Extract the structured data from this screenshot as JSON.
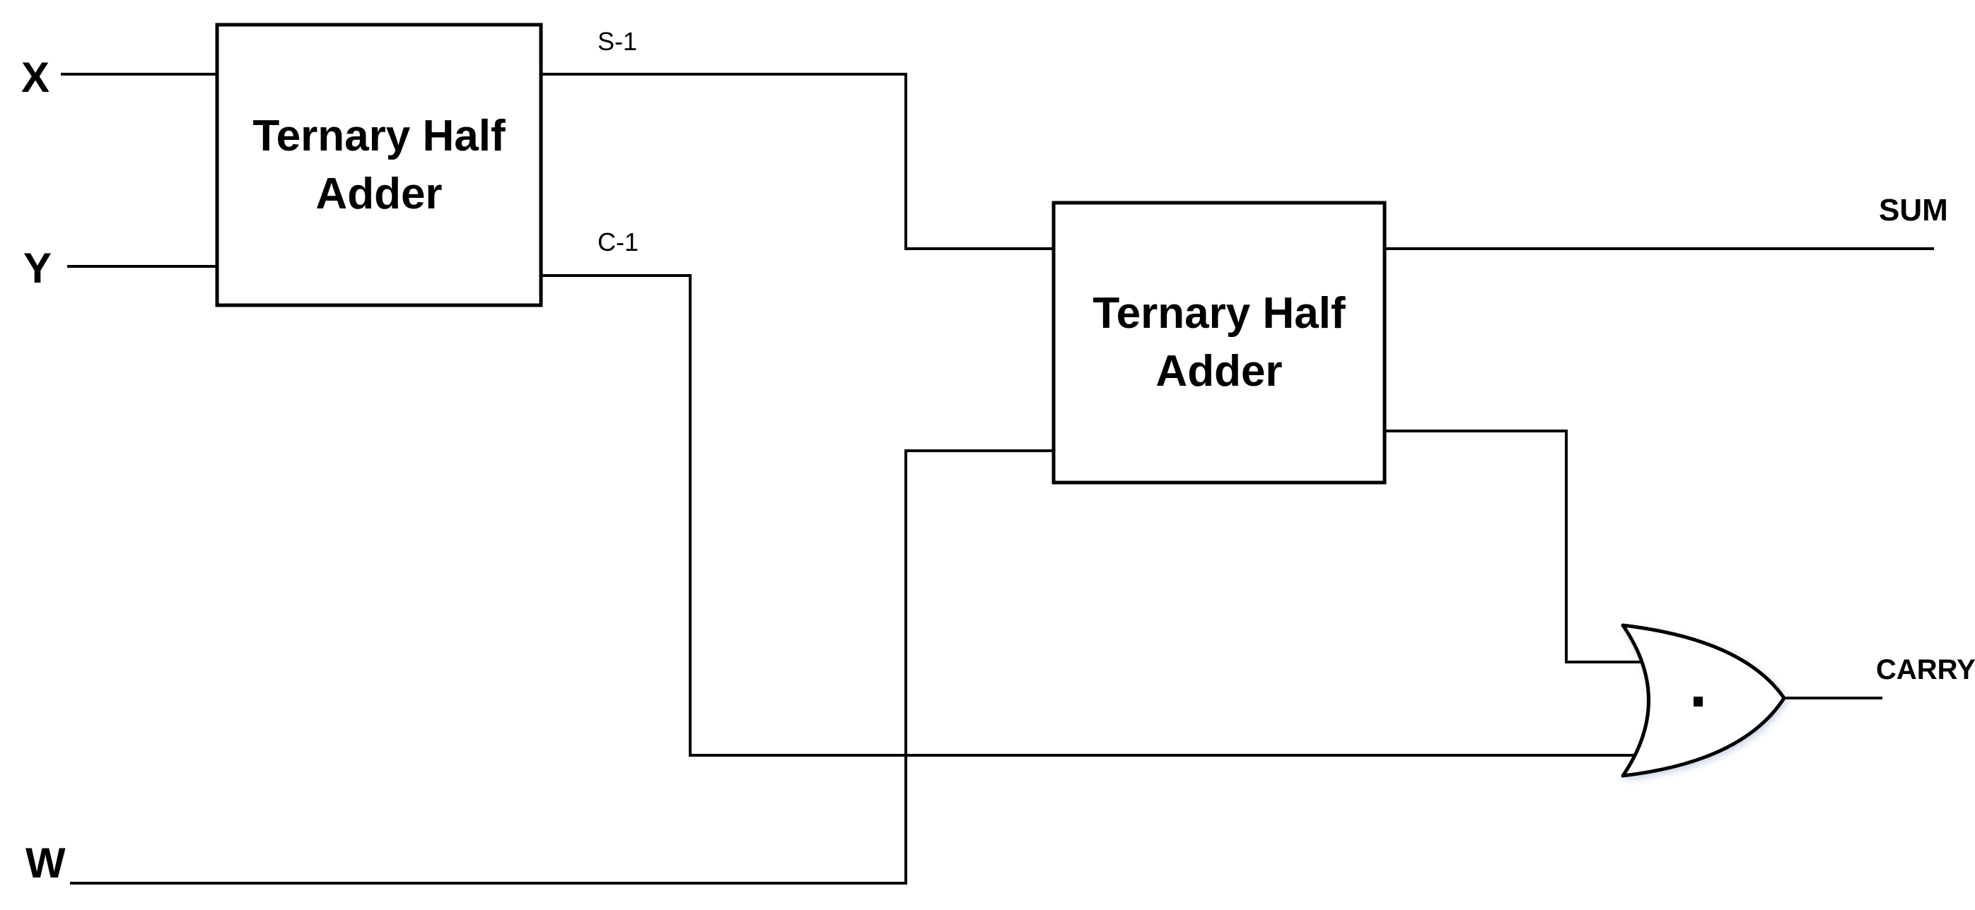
{
  "inputs": {
    "x": "X",
    "y": "Y",
    "w": "W"
  },
  "outputs": {
    "sum": "SUM",
    "carry": "CARRY"
  },
  "wires": {
    "s1_label": "S-1",
    "c1_label": "C-1"
  },
  "blocks": {
    "adder1": {
      "line1": "Ternary Half",
      "line2": "Adder"
    },
    "adder2": {
      "line1": "Ternary Half",
      "line2": "Adder"
    }
  },
  "gate": {
    "type": "or-gate"
  },
  "colors": {
    "line": "#000000",
    "background": "#ffffff"
  }
}
